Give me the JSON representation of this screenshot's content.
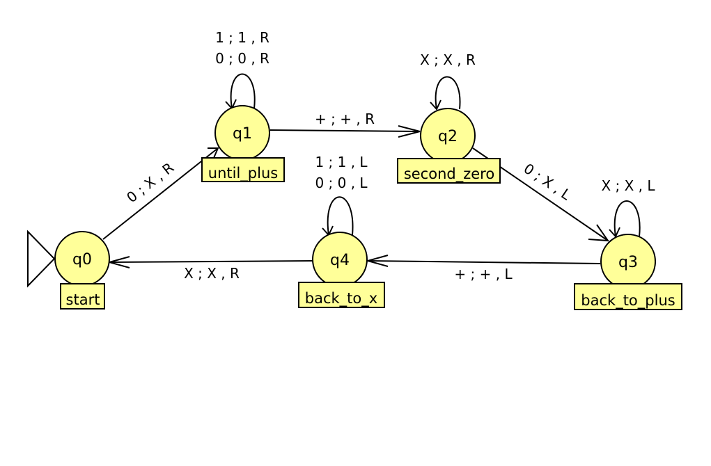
{
  "states": {
    "q0": {
      "name": "q0",
      "label": "start"
    },
    "q1": {
      "name": "q1",
      "label": "until_plus"
    },
    "q2": {
      "name": "q2",
      "label": "second_zero"
    },
    "q3": {
      "name": "q3",
      "label": "back_to_plus"
    },
    "q4": {
      "name": "q4",
      "label": "back_to_x"
    }
  },
  "transitions": {
    "q0_q1": "0 ; X , R",
    "q1_self": [
      "1 ; 1 , R",
      "0 ; 0 , R"
    ],
    "q1_q2": "+ ; + , R",
    "q2_self": "X ; X , R",
    "q2_q3": "0 ; X , L",
    "q3_self": "X ; X , L",
    "q3_q4": "+ ; + , L",
    "q4_self": [
      "1 ; 1 , L",
      "0 ; 0 , L"
    ],
    "q4_q0": "X ; X , R"
  },
  "colors": {
    "state_fill": "#ffff99",
    "stroke": "#000000"
  }
}
